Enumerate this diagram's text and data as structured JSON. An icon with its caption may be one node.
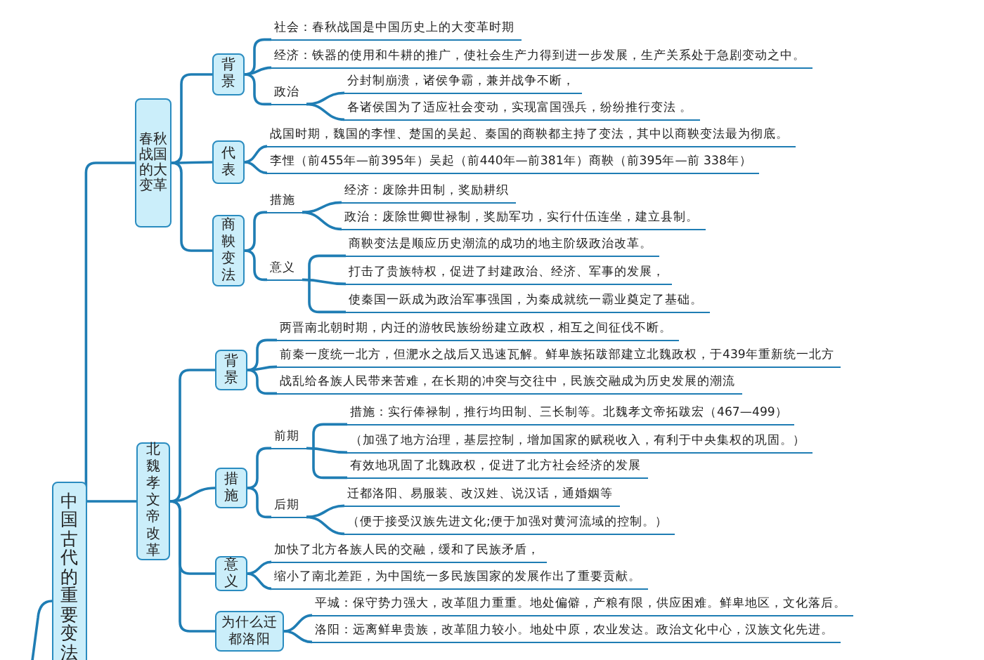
{
  "diagram": {
    "nodes": [
      {
        "text": [
          "中国古代的重要变法"
        ]
      },
      {
        "text": [
          "春秋战国的大变革"
        ]
      },
      {
        "text": [
          "背景"
        ]
      },
      {
        "text": [
          "社会：春秋战国是中国历史上的大变革时期"
        ]
      },
      {
        "text": [
          "经济：铁器的使用和牛耕的推广，使社会生产力得到进一步发展，生产关系处于急剧变动之中。"
        ]
      },
      {
        "text": [
          "政治"
        ]
      },
      {
        "text": [
          "分封制崩溃，诸侯争霸，兼并战争不断，"
        ]
      },
      {
        "text": [
          "各诸侯国为了适应社会变动，实现富国强兵，纷纷推行变法 。"
        ]
      },
      {
        "text": [
          "代表"
        ]
      },
      {
        "text": [
          "战国时期，魏国的李悝、楚国的吴起、秦国的商鞅都主持了变法，其中以商鞅变法最为彻底。"
        ]
      },
      {
        "text": [
          "李悝（前455年—前395年）吴起（前440年—前381年）商鞅（前395年—前 338年）"
        ]
      },
      {
        "text": [
          "商鞅变法"
        ]
      },
      {
        "text": [
          "措施"
        ]
      },
      {
        "text": [
          "经济：废除井田制，奖励耕织"
        ]
      },
      {
        "text": [
          "政治：废除世卿世禄制，奖励军功，实行什伍连坐，建立县制。"
        ]
      },
      {
        "text": [
          "意义"
        ]
      },
      {
        "text": [
          "商鞅变法是顺应历史潮流的成功的地主阶级政治改革。"
        ]
      },
      {
        "text": [
          "打击了贵族特权，促进了封建政治、经济、军事的发展，"
        ]
      },
      {
        "text": [
          "使秦国一跃成为政治军事强国，为秦成就统一霸业奠定了基础。"
        ]
      },
      {
        "text": [
          "北魏孝文帝改革"
        ]
      },
      {
        "text": [
          "背景"
        ]
      },
      {
        "text": [
          "两晋南北朝时期，内迁的游牧民族纷纷建立政权，相互之间征伐不断。"
        ]
      },
      {
        "text": [
          "前秦一度统一北方，但淝水之战后又迅速瓦解。鲜卑族拓跋部建立北魏政权，于439年重新统一北方"
        ]
      },
      {
        "text": [
          "战乱给各族人民带来苦难，在长期的冲突与交往中，民族交融成为历史发展的潮流"
        ]
      },
      {
        "text": [
          "措施"
        ]
      },
      {
        "text": [
          "前期"
        ]
      },
      {
        "text": [
          "措施：实行俸禄制，推行均田制、三长制等。北魏孝文帝拓跋宏（467—499）"
        ]
      },
      {
        "text": [
          "（加强了地方治理，基层控制，增加国家的赋税收入，有利于中央集权的巩固。）"
        ]
      },
      {
        "text": [
          "有效地巩固了北魏政权，促进了北方社会经济的发展"
        ]
      },
      {
        "text": [
          "后期"
        ]
      },
      {
        "text": [
          "迁都洛阳、易服装、改汉姓、说汉话，通婚姻等"
        ]
      },
      {
        "text": [
          "（便于接受汉族先进文化;便于加强对黄河流域的控制。）"
        ]
      },
      {
        "text": [
          "意义"
        ]
      },
      {
        "text": [
          "加快了北方各族人民的交融，缓和了民族矛盾，"
        ]
      },
      {
        "text": [
          "缩小了南北差距，为中国统一多民族国家的发展作出了重要贡献。"
        ]
      },
      {
        "text": [
          "为什么迁都洛阳"
        ]
      },
      {
        "text": [
          "平城：保守势力强大，改革阻力重重。地处偏僻，产粮有限，供应困难。鲜卑地区，文化落后。"
        ]
      },
      {
        "text": [
          "洛阳：远离鲜卑贵族，改革阻力较小。地处中原，农业发达。政治文化中心，汉族文化先进。"
        ]
      }
    ],
    "edges": [
      {
        "from": 0,
        "to": 1,
        "arrow": "none"
      },
      {
        "from": 1,
        "to": 2,
        "arrow": "none"
      },
      {
        "from": 2,
        "to": 3,
        "arrow": "none"
      },
      {
        "from": 2,
        "to": 4,
        "arrow": "none"
      },
      {
        "from": 2,
        "to": 5,
        "arrow": "none"
      },
      {
        "from": 5,
        "to": 6,
        "arrow": "none"
      },
      {
        "from": 5,
        "to": 7,
        "arrow": "none"
      },
      {
        "from": 1,
        "to": 8,
        "arrow": "none"
      },
      {
        "from": 8,
        "to": 9,
        "arrow": "none"
      },
      {
        "from": 8,
        "to": 10,
        "arrow": "none"
      },
      {
        "from": 1,
        "to": 11,
        "arrow": "none"
      },
      {
        "from": 11,
        "to": 12,
        "arrow": "none"
      },
      {
        "from": 12,
        "to": 13,
        "arrow": "none"
      },
      {
        "from": 12,
        "to": 14,
        "arrow": "none"
      },
      {
        "from": 11,
        "to": 15,
        "arrow": "none"
      },
      {
        "from": 15,
        "to": 16,
        "arrow": "none"
      },
      {
        "from": 15,
        "to": 17,
        "arrow": "none"
      },
      {
        "from": 15,
        "to": 18,
        "arrow": "none"
      },
      {
        "from": 0,
        "to": 19,
        "arrow": "none"
      },
      {
        "from": 19,
        "to": 20,
        "arrow": "none"
      },
      {
        "from": 20,
        "to": 21,
        "arrow": "none"
      },
      {
        "from": 20,
        "to": 22,
        "arrow": "none"
      },
      {
        "from": 20,
        "to": 23,
        "arrow": "none"
      },
      {
        "from": 19,
        "to": 24,
        "arrow": "none"
      },
      {
        "from": 24,
        "to": 25,
        "arrow": "none"
      },
      {
        "from": 25,
        "to": 26,
        "arrow": "none"
      },
      {
        "from": 25,
        "to": 27,
        "arrow": "none"
      },
      {
        "from": 25,
        "to": 28,
        "arrow": "none"
      },
      {
        "from": 24,
        "to": 29,
        "arrow": "none"
      },
      {
        "from": 29,
        "to": 30,
        "arrow": "none"
      },
      {
        "from": 29,
        "to": 31,
        "arrow": "none"
      },
      {
        "from": 19,
        "to": 32,
        "arrow": "none"
      },
      {
        "from": 32,
        "to": 33,
        "arrow": "none"
      },
      {
        "from": 32,
        "to": 34,
        "arrow": "none"
      },
      {
        "from": 19,
        "to": 35,
        "arrow": "none"
      },
      {
        "from": 35,
        "to": 36,
        "arrow": "none"
      },
      {
        "from": 35,
        "to": 37,
        "arrow": "none"
      },
      {
        "from": 0,
        "to": null,
        "arrow": "none"
      }
    ]
  }
}
